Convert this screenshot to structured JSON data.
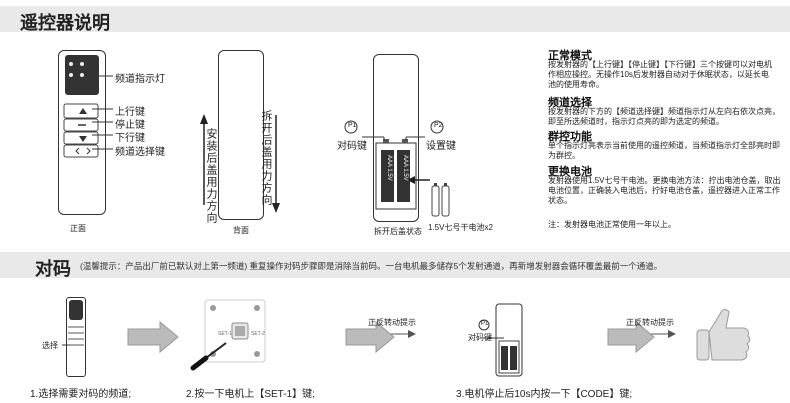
{
  "header1": {
    "title": "遥控器说明"
  },
  "front": {
    "labels": [
      "频道指示灯",
      "上行键",
      "停止键",
      "下行键",
      "频道选择键"
    ],
    "caption": "正面"
  },
  "back": {
    "caption": "背面",
    "vertical_left": "安装后盖用力方向",
    "vertical_right": "拆开后盖用力方向"
  },
  "open": {
    "p1": "P1",
    "p1_label": "对码键",
    "p2": "P2",
    "p2_label": "设置键",
    "caption": "拆开后盖状态",
    "battery_caption": "1.5V七号干电池x2",
    "battery_text": "AAA 1.5V"
  },
  "instructions": {
    "normal_title": "正常模式",
    "normal_body": [
      "按发射器的【上行键】【停止键】【下行键】三个按键可以对电机",
      "作相应操控。无操作10s后发射器自动对于休眠状态，以延长电",
      "池的使用寿命。"
    ],
    "channel_title": "频道选择",
    "channel_body": [
      "按发射器的下方的【频道选择键】频道指示灯从左向右依次点亮，",
      "即至所选频道时，指示灯点亮的即为选定的频道。"
    ],
    "group_title": "群控功能",
    "group_body": [
      "单个指示灯亮表示当前使用的遥控频道，当频道指示灯全部亮时即",
      "为群控。"
    ],
    "battery_title": "更换电池",
    "battery_body": [
      "发射器使用1.5V七号干电池。更换电池方法：拧出电池仓盖，取出",
      "电池位置，正确装入电池后，拧好电池仓盖，遥控器进入正常工作",
      "状态。"
    ],
    "note": "注：发射器电池正常使用一年以上。"
  },
  "header2": {
    "title": "对码",
    "tip": "(温馨提示：产品出厂前已默认对上第一频道) 重复操作对码步骤即是消除当前码。一台电机最多储存5个发射通道，再新增发射器会循环覆盖最前一个通道。"
  },
  "steps": {
    "s1_label": "选择",
    "s1_caption": "1.选择需要对码的频道;",
    "s2_caption": "2.按一下电机上【SET-1】键;",
    "set1": "SET-1",
    "set2": "SET-2",
    "arrow2_label": "正反转动提示",
    "s3_p1": "P1",
    "s3_label": "对码键",
    "s3_caption": "3.电机停止后10s内按一下【CODE】键;",
    "arrow3_label": "正反转动提示"
  }
}
